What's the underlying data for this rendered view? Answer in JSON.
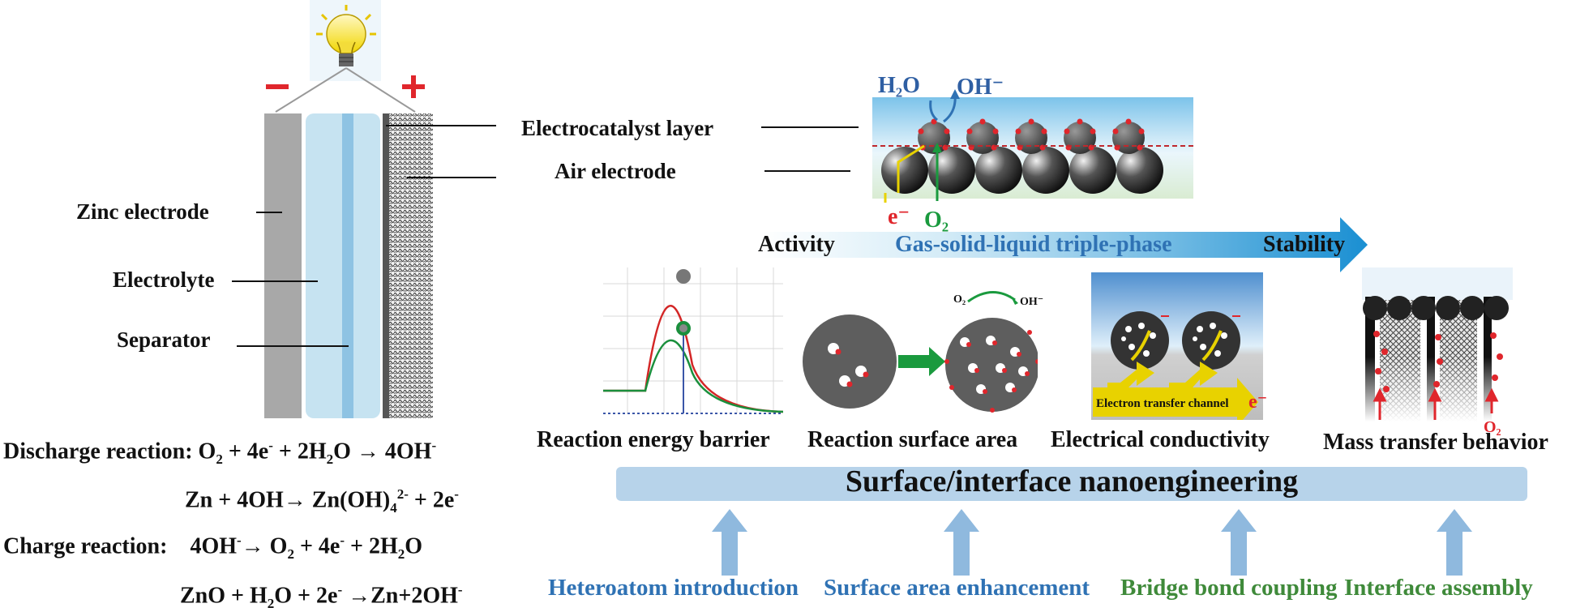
{
  "battery": {
    "minus_sign": "−",
    "plus_sign": "+",
    "labels": {
      "zinc_electrode": "Zinc electrode",
      "electrolyte": "Electrolyte",
      "separator": "Separator",
      "electrocatalyst_layer": "Electrocatalyst layer",
      "air_electrode": "Air electrode"
    }
  },
  "reactions": {
    "discharge_label": "Discharge reaction:",
    "charge_label": "Charge reaction:"
  },
  "top_inset": {
    "h2o": "H₂O",
    "oh": "OH⁻",
    "electron": "e⁻",
    "o2": "O₂"
  },
  "arrow_bar": {
    "activity": "Activity",
    "middle": "Gas-solid-liquid triple-phase",
    "stability": "Stability"
  },
  "panels": {
    "energy_barrier": "Reaction energy barrier",
    "surface_area": "Reaction surface area",
    "conductivity": "Electrical conductivity",
    "mass_transfer": "Mass transfer behavior",
    "electron_channel": "Electron transfer channel",
    "o2_small": "O₂",
    "oh_small": "OH⁻",
    "e_label": "e⁻",
    "o2_label": "O₂"
  },
  "banner": "Surface/interface nanoengineering",
  "strategies": [
    {
      "label": "Heteroatom introduction",
      "color": "#2f72b4"
    },
    {
      "label": "Surface area enhancement",
      "color": "#2f72b4"
    },
    {
      "label": "Bridge bond coupling",
      "color": "#3f8a3a"
    },
    {
      "label": "Interface assembly",
      "color": "#3f8a3a"
    }
  ]
}
